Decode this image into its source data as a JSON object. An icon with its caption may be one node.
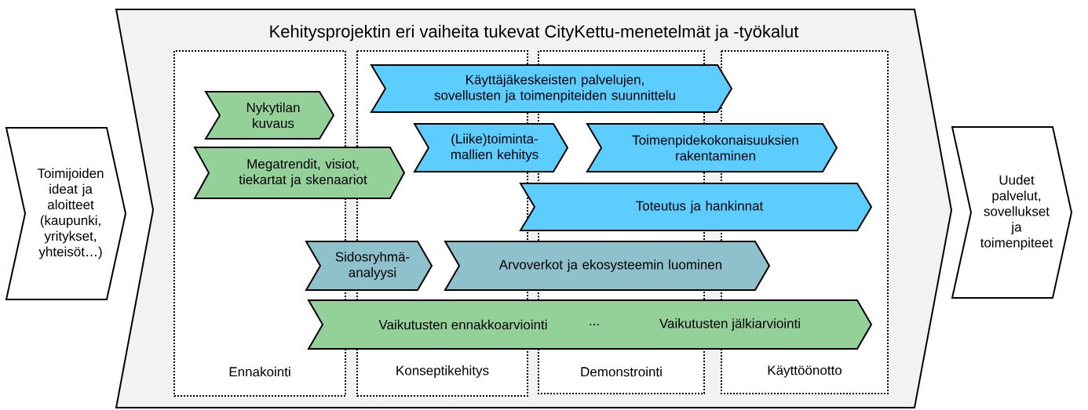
{
  "diagram": {
    "nodes": [
      {
        "text": [
          "Toimijoiden ideat ja aloitteet (kaupunki, yritykset, yhteisöt…)"
        ]
      },
      {
        "text": [
          "Kehitysprojektin eri vaiheita tukevat CityKettu-menetelmät ja -työkalut"
        ]
      },
      {
        "text": [
          "Ennakointi"
        ],
        "in": 1
      },
      {
        "text": [
          "Konseptikehitys"
        ],
        "in": 1
      },
      {
        "text": [
          "Demonstrointi"
        ],
        "in": 1
      },
      {
        "text": [
          "Käyttöönotto"
        ],
        "in": 1
      },
      {
        "text": [
          "Nykytilan kuvaus"
        ],
        "in": 2
      },
      {
        "text": [
          "Megatrendit, visiot, tiekartat ja skenaariot"
        ],
        "in": 1
      },
      {
        "text": [
          "Käyttäjäkeskeisten palvelujen, sovellusten ja toimenpiteiden suunnittelu"
        ],
        "in": 1
      },
      {
        "text": [
          "(Liike)toiminta- mallien kehitys"
        ],
        "in": 1
      },
      {
        "text": [
          "Toimenpidekokonaisuuksien rakentaminen"
        ],
        "in": 1
      },
      {
        "text": [
          "Toteutus ja hankinnat"
        ],
        "in": 1
      },
      {
        "text": [
          "Sidosryhmä- analyysi"
        ],
        "in": 1
      },
      {
        "text": [
          "Arvoverkot ja ekosysteemin luominen"
        ],
        "in": 1
      },
      {
        "text": [
          "Vaikutusten ennakkoarviointi",
          "...",
          "Vaikutusten jälkiarviointi"
        ],
        "in": 1
      },
      {
        "text": [
          "Uudet palvelut, sovellukset ja toimenpiteet"
        ]
      }
    ]
  }
}
